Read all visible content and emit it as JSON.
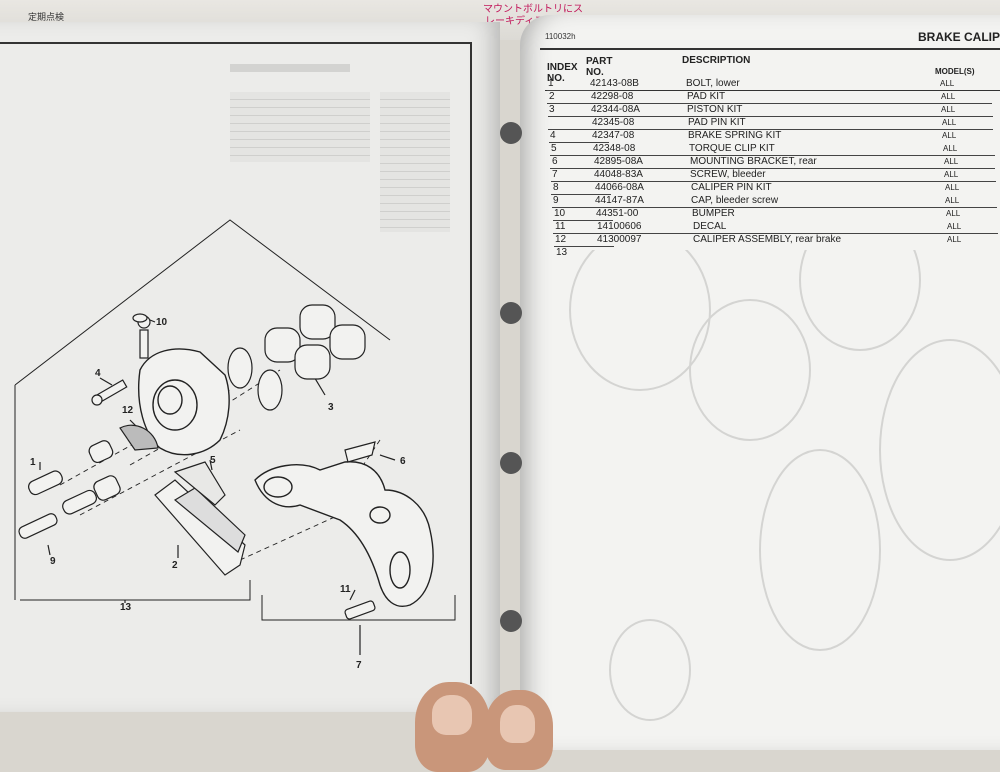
{
  "top_strip": {
    "left_japanese": "定期点検 ",
    "right_japanese_1": "マウントボルトリにス",
    "right_japanese_2": "レーキディスク"
  },
  "right_page": {
    "doc_code": "110032h",
    "title": "BRAKE CALIPER",
    "headers": {
      "index_1": "INDEX",
      "index_2": "NO.",
      "part_1": "PART",
      "part_2": "NO.",
      "description": "DESCRIPTION",
      "models": "MODEL(S)"
    },
    "parts": [
      {
        "index": "1",
        "part_no": "42143-08B",
        "description": "BOLT, lower",
        "models": "ALL"
      },
      {
        "index": "2",
        "part_no": "42298-08",
        "description": "PAD KIT",
        "models": "ALL"
      },
      {
        "index": "3",
        "part_no": "42344-08A",
        "description": "PISTON KIT",
        "models": "ALL"
      },
      {
        "index": "",
        "part_no": "42345-08",
        "description": "PAD PIN KIT",
        "models": "ALL"
      },
      {
        "index": "4",
        "part_no": "42347-08",
        "description": "BRAKE SPRING KIT",
        "models": "ALL"
      },
      {
        "index": "5",
        "part_no": "42348-08",
        "description": "TORQUE CLIP KIT",
        "models": "ALL"
      },
      {
        "index": "6",
        "part_no": "42895-08A",
        "description": "MOUNTING BRACKET, rear",
        "models": "ALL"
      },
      {
        "index": "7",
        "part_no": "44048-83A",
        "description": "SCREW, bleeder",
        "models": "ALL"
      },
      {
        "index": "8",
        "part_no": "44066-08A",
        "description": "CALIPER PIN KIT",
        "models": "ALL"
      },
      {
        "index": "9",
        "part_no": "44147-87A",
        "description": "CAP, bleeder screw",
        "models": "ALL"
      },
      {
        "index": "10",
        "part_no": "44351-00",
        "description": "BUMPER",
        "models": "ALL"
      },
      {
        "index": "11",
        "part_no": "14100606",
        "description": "DECAL",
        "models": "ALL"
      },
      {
        "index": "12",
        "part_no": "41300097",
        "description": "CALIPER ASSEMBLY, rear brake",
        "models": "ALL"
      },
      {
        "index": "13",
        "part_no": "",
        "description": "",
        "models": ""
      }
    ]
  },
  "diagram": {
    "callouts": [
      "1",
      "2",
      "3",
      "4",
      "5",
      "6",
      "7",
      "9",
      "10",
      "11",
      "12",
      "13"
    ]
  },
  "colors": {
    "ink": "#222222",
    "japanese_accent": "#c2185b",
    "paper": "#f3f3f1"
  }
}
